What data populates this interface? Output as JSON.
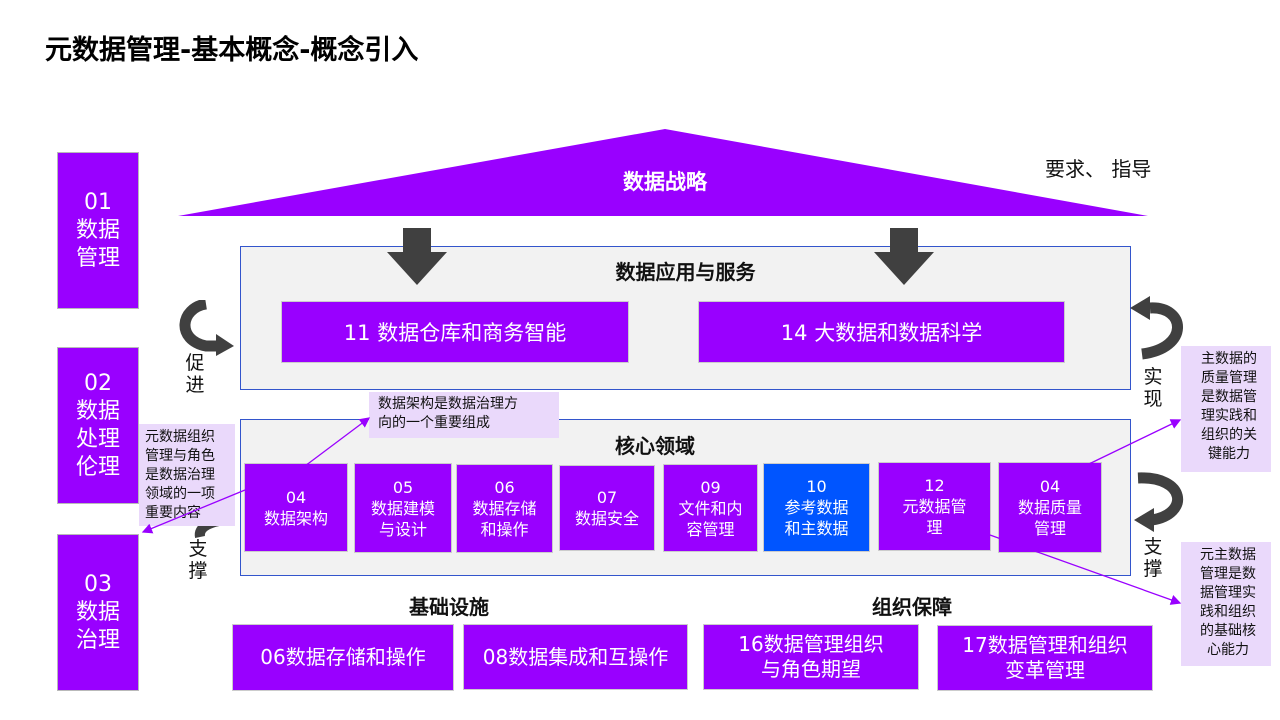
{
  "title": "元数据管理-基本概念-概念引入",
  "strategy_label": "数据战略",
  "requirement_label": "要求、 指导",
  "left_blocks": [
    {
      "num": "01",
      "label": "数据\n管理"
    },
    {
      "num": "02",
      "label": "数据\n处理\n伦理"
    },
    {
      "num": "03",
      "label": "数据\n治理"
    }
  ],
  "app_section": {
    "title": "数据应用与服务",
    "items": [
      "11  数据仓库和商务智能",
      "14 大数据和数据科学"
    ]
  },
  "core_section": {
    "title": "核心领域",
    "items": [
      {
        "num": "04",
        "label": "数据架构"
      },
      {
        "num": "05",
        "label": "数据建模\n与设计"
      },
      {
        "num": "06",
        "label": "数据存储\n和操作"
      },
      {
        "num": "07",
        "label": "数据安全"
      },
      {
        "num": "09",
        "label": "文件和内\n容管理"
      },
      {
        "num": "10",
        "label": "参考数据\n和主数据"
      },
      {
        "num": "12",
        "label": "元数据管\n理"
      },
      {
        "num": "04",
        "label": "数据质量\n管理"
      }
    ]
  },
  "infra_label": "基础设施",
  "org_label": "组织保障",
  "bottom_items": [
    "06数据存储和操作",
    "08数据集成和互操作",
    "16数据管理组织\n与角色期望",
    "17数据管理和组织\n变革管理"
  ],
  "side_labels": {
    "promote": "促\n进",
    "support_left": "支\n撑",
    "realize": "实\n现",
    "support_right": "支\n撑"
  },
  "notes": {
    "architecture": "数据架构是数据治理方\n向的一个重要组成",
    "metadata_roles": "元数据组织\n管理与角色\n是数据治理\n领域的一项\n重要内容",
    "master_data_quality": "主数据的\n质量管理\n是数据管\n理实践和\n组织的关\n键能力",
    "metadata_master": "元主数据\n管理是数\n据管理实\n践和组织\n的基础核\n心能力"
  },
  "colors": {
    "purple": "#9900ff",
    "blue": "#0055ff",
    "panel": "#f2f2f2",
    "note": "#ead9fb",
    "arrow": "#404040"
  }
}
